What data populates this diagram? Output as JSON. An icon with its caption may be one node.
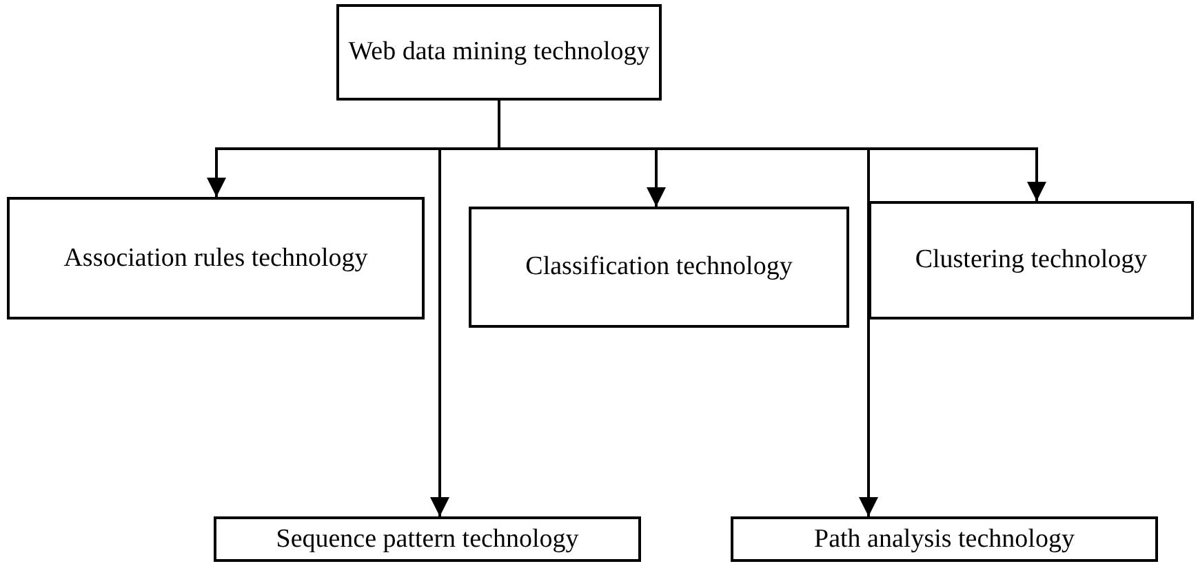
{
  "diagram": {
    "nodes": [
      {
        "text": [
          "Web data mining technology"
        ]
      },
      {
        "text": [
          "Association rules technology"
        ]
      },
      {
        "text": [
          "Classification technology"
        ]
      },
      {
        "text": [
          "Clustering technology"
        ]
      },
      {
        "text": [
          "Sequence pattern technology"
        ]
      },
      {
        "text": [
          "Path analysis technology"
        ]
      }
    ],
    "edges": [
      {
        "from": 0,
        "to": 1,
        "arrow": "to"
      },
      {
        "from": 0,
        "to": 4,
        "arrow": "to"
      },
      {
        "from": 0,
        "to": 2,
        "arrow": "to"
      },
      {
        "from": 0,
        "to": 5,
        "arrow": "to"
      },
      {
        "from": 0,
        "to": 3,
        "arrow": "to"
      }
    ]
  }
}
